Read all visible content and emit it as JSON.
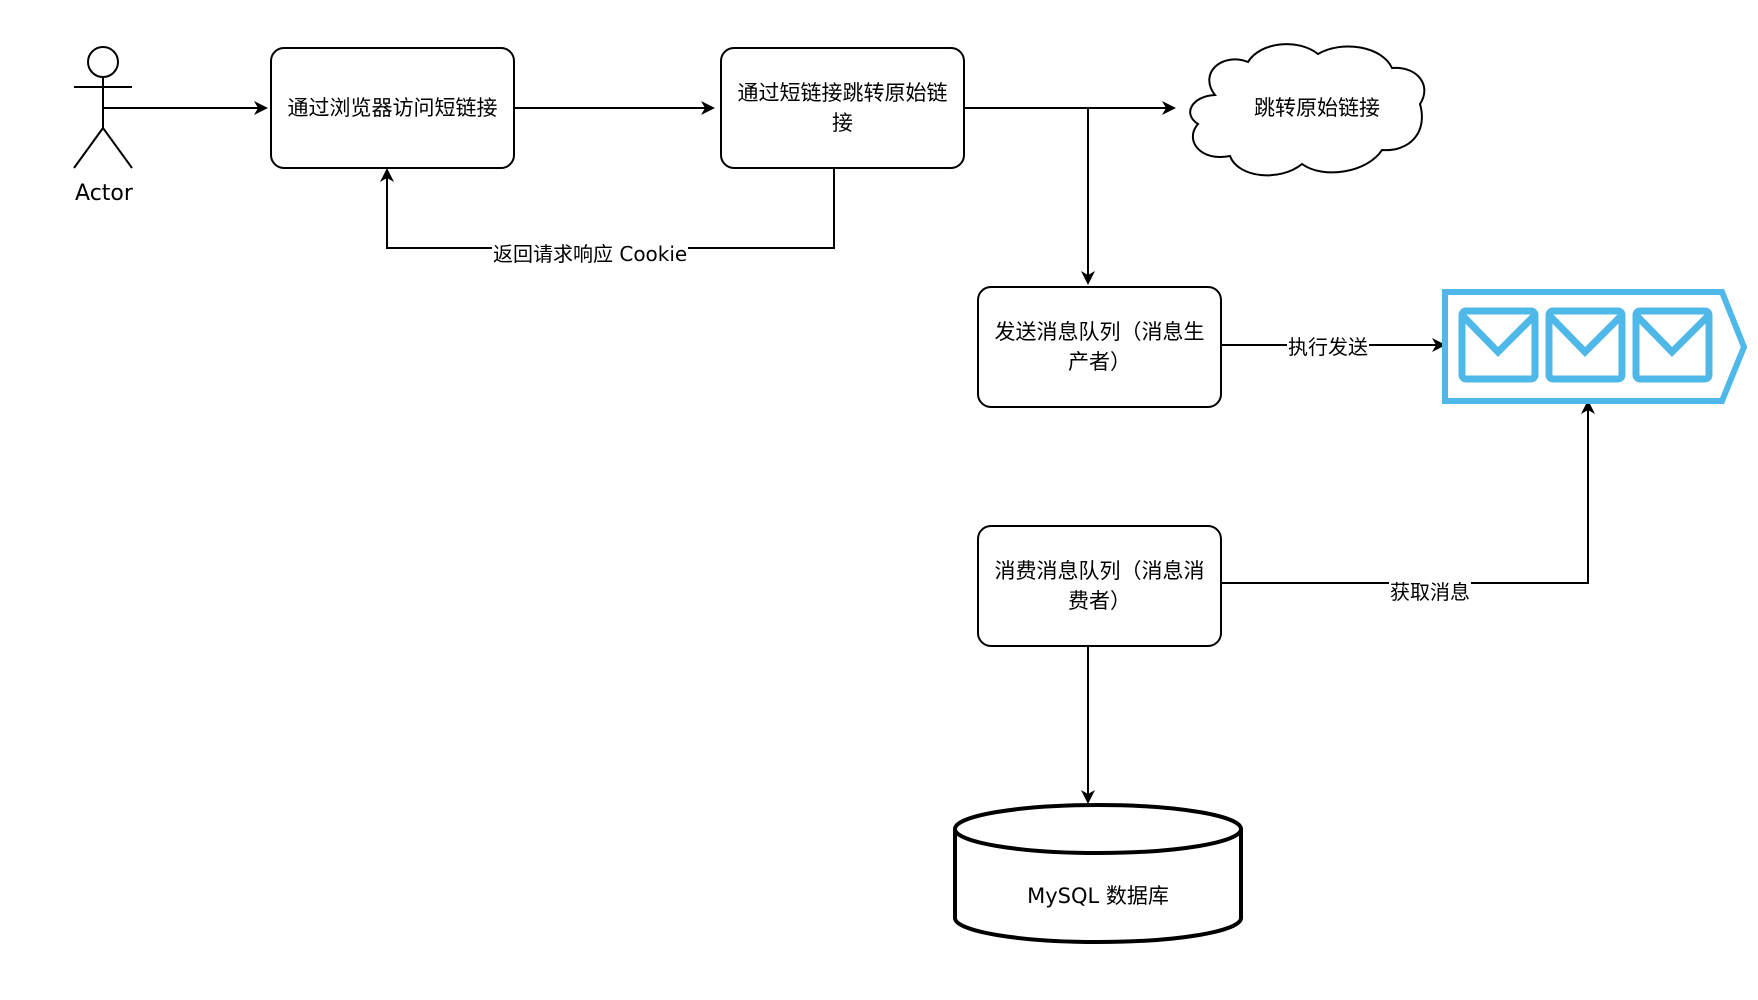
{
  "actor": {
    "label": "Actor"
  },
  "nodes": {
    "browser_visit": "通过浏览器访问短链接",
    "redirect": "通过短链接跳转原始链接",
    "original_link": "跳转原始链接",
    "producer": "发送消息队列（消息生产者）",
    "consumer": "消费消息队列（消息消费者）",
    "database": "MySQL 数据库"
  },
  "edges": {
    "cookie_return": "返回请求响应 Cookie",
    "execute_send": "执行发送",
    "fetch_message": "获取消息"
  },
  "colors": {
    "stroke": "#000000",
    "queue": "#4eb8e8"
  },
  "icons": {
    "actor": "stick-figure-icon",
    "cloud": "cloud-shape",
    "queue": "message-queue-icon",
    "database": "database-cylinder-icon"
  }
}
